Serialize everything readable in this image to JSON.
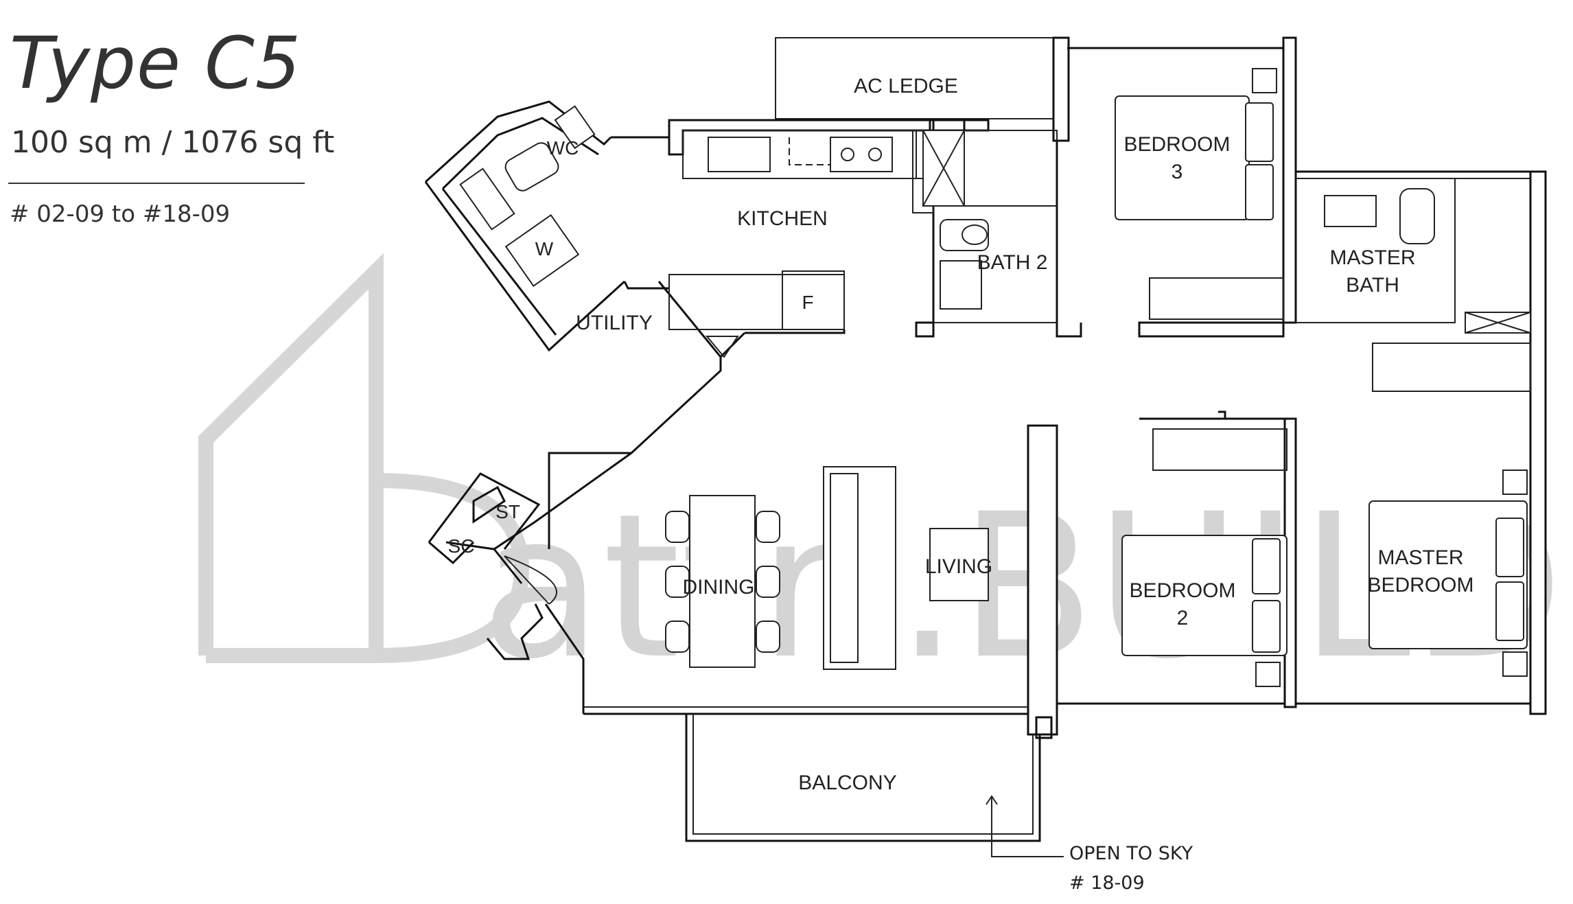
{
  "header": {
    "type": "Type C5",
    "area": "100 sq m / 1076 sq ft",
    "units": "# 02-09 to #18-09"
  },
  "rooms": {
    "ac_ledge": "AC  LEDGE",
    "wc": "WC",
    "kitchen": "KITCHEN",
    "bath2": "BATH  2",
    "bedroom3": [
      "BEDROOM",
      "3"
    ],
    "master_bath": [
      "MASTER",
      "BATH"
    ],
    "utility": "UTILITY",
    "fridge": "F",
    "washer": "W",
    "st": "ST",
    "sc": "SC",
    "dining": "DINING",
    "living": "LIVING",
    "bedroom2": [
      "BEDROOM",
      "2"
    ],
    "master_bedroom": [
      "MASTER",
      "BEDROOM"
    ],
    "balcony": "BALCONY"
  },
  "notes": {
    "open_to_sky": "OPEN TO SKY",
    "open_to_sky_unit": "# 18-09"
  },
  "watermark": "attri.BUILD"
}
